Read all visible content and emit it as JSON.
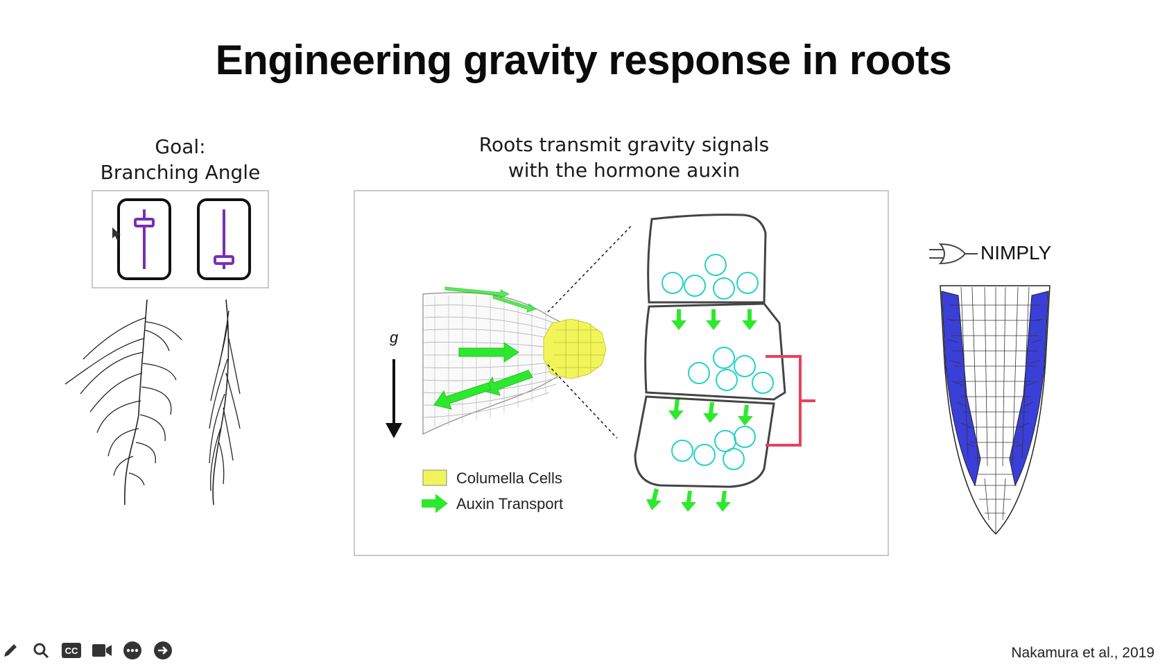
{
  "slide": {
    "title": "Engineering gravity response in roots",
    "citation": "Nakamura et al., 2019"
  },
  "left_panel": {
    "caption_line1": "Goal:",
    "caption_line2": "Branching Angle"
  },
  "center_panel": {
    "caption_line1": "Roots transmit gravity signals",
    "caption_line2": "with the hormone auxin",
    "gravity_label": "g",
    "legend": [
      {
        "label": "Columella Cells",
        "color": "#f2f55a"
      },
      {
        "label": "Auxin Transport",
        "color": "#2ee82e"
      }
    ]
  },
  "right_panel": {
    "gate_label": "NIMPLY",
    "highlight_color": "#3a3fd8"
  },
  "toolbar": {
    "items": [
      {
        "icon": "pencil-icon"
      },
      {
        "icon": "search-icon"
      },
      {
        "icon": "cc-icon",
        "text": "CC"
      },
      {
        "icon": "video-camera-icon"
      },
      {
        "icon": "more-options-icon"
      },
      {
        "icon": "next-arrow-icon"
      }
    ]
  }
}
